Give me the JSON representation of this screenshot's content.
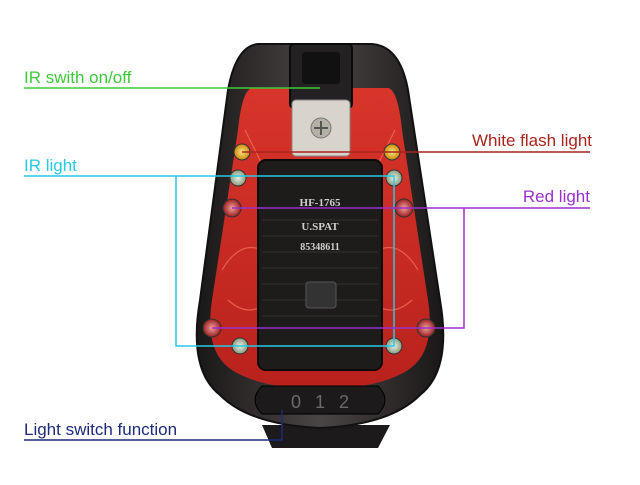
{
  "labels": {
    "ir_switch": "IR swith on/off",
    "ir_light": "IR light",
    "light_switch": "Light switch function",
    "white_flash": "White flash light",
    "red_light": "Red light"
  },
  "device": {
    "model": "HF-1765",
    "brand": "U.SPAT",
    "serial": "85348611",
    "switch_positions": [
      "0",
      "1",
      "2"
    ]
  },
  "colors": {
    "ir_switch": "#3fc93a",
    "ir_light": "#27c9e8",
    "light_switch": "#1d2a7a",
    "white_flash": "#a8241c",
    "red_light": "#9c2fd0",
    "device_red": "#e3322a",
    "device_shell": "#2a2727"
  }
}
